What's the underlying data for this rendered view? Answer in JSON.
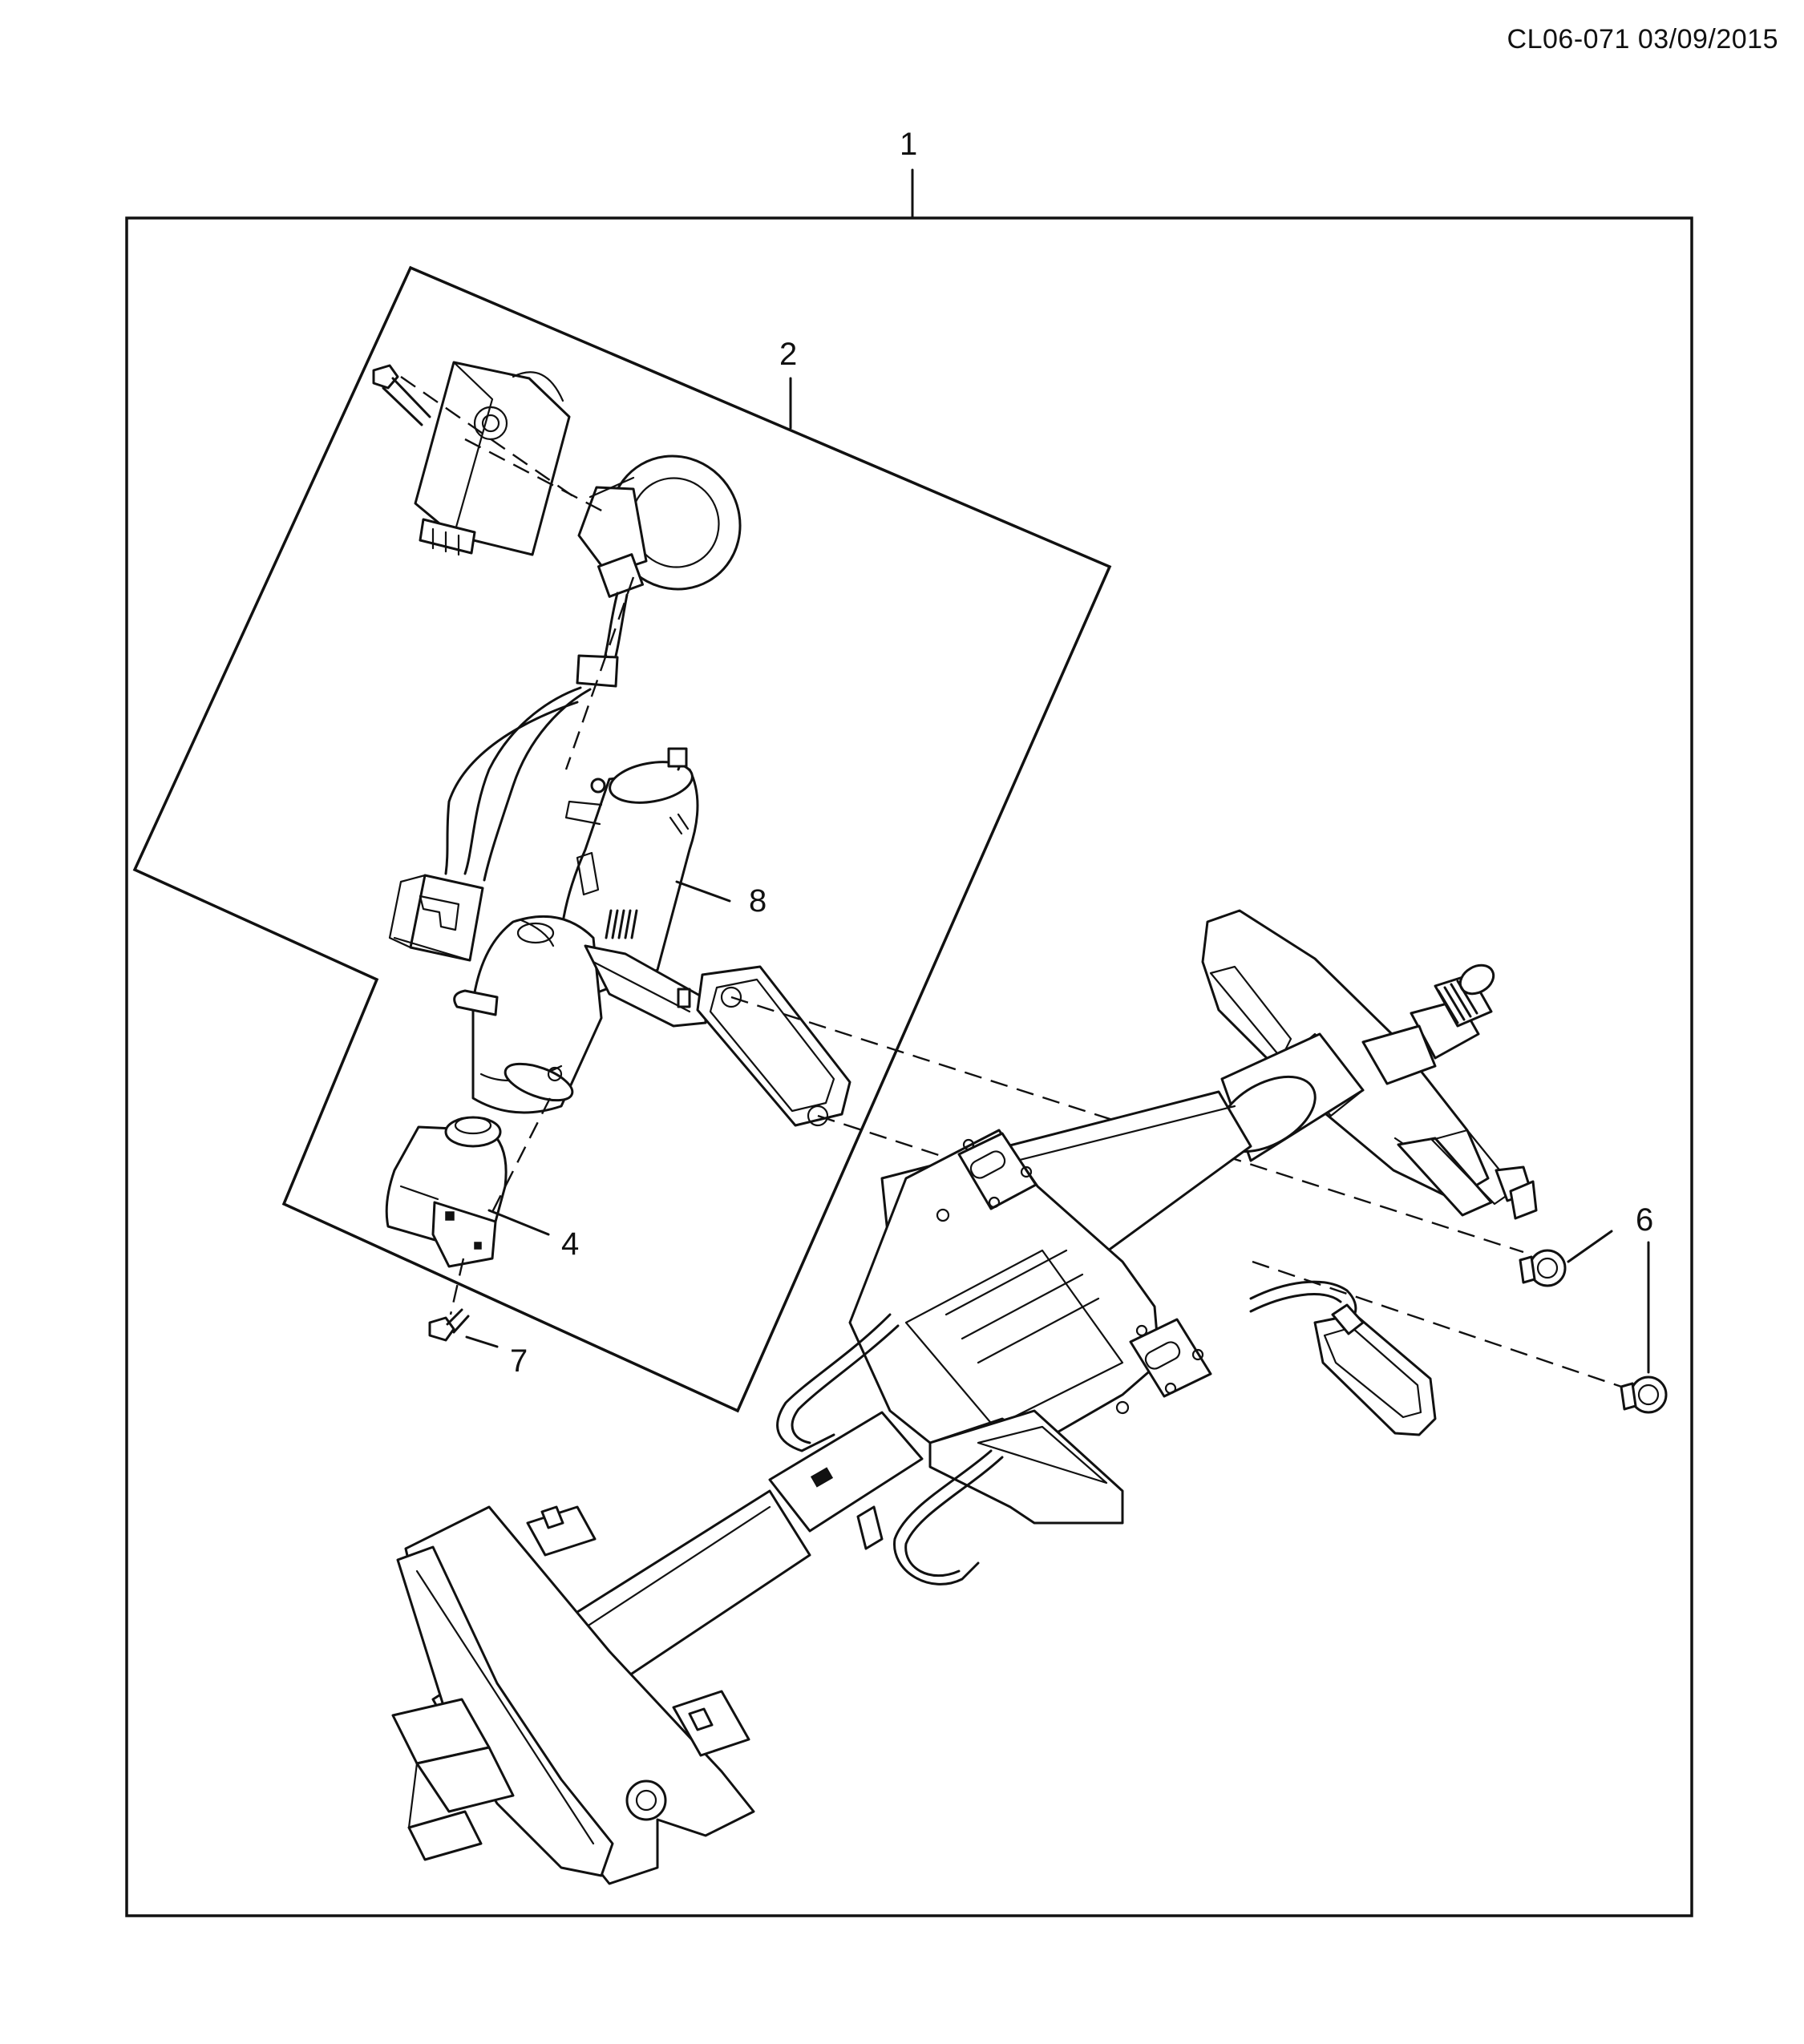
{
  "document": {
    "reference": "CL06-071 03/09/2015"
  },
  "callouts": {
    "assembly": "1",
    "kit": "2",
    "part_4": "4",
    "part_6": "6",
    "part_7": "7",
    "part_8": "8"
  },
  "colors": {
    "line": "#111111",
    "background": "#ffffff"
  }
}
